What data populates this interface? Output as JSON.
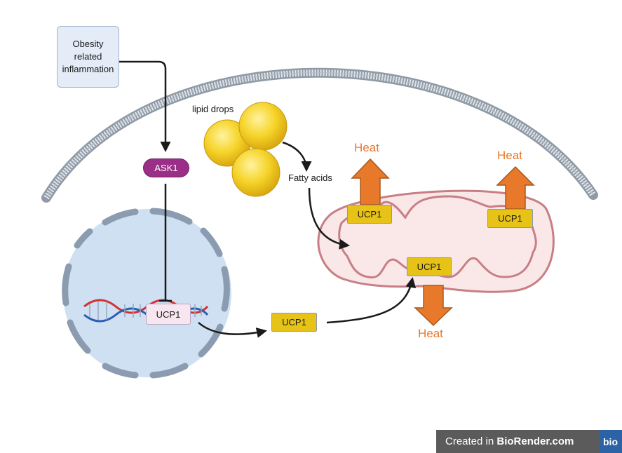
{
  "obesity_box": {
    "label": "Obesity related inflammation"
  },
  "ask1": {
    "label": "ASK1"
  },
  "lipid_drops": {
    "label": "lipid drops"
  },
  "fatty_acids": {
    "label": "Fatty acids"
  },
  "ucp1_gene": {
    "label": "UCP1"
  },
  "ucp1_protein": {
    "label": "UCP1"
  },
  "mitochondria_ucp1": [
    {
      "label": "UCP1"
    },
    {
      "label": "UCP1"
    },
    {
      "label": "UCP1"
    }
  ],
  "heat_labels": [
    {
      "label": "Heat"
    },
    {
      "label": "Heat"
    },
    {
      "label": "Heat"
    }
  ],
  "credit": {
    "prefix": "Created in ",
    "brand": "BioRender.com",
    "logo": "bio"
  },
  "colors": {
    "ask1": "#9b2f88",
    "ucp1": "#e7c317",
    "heat": "#e8782a",
    "nucleus": "#cfe0f3",
    "mitochondria": "#fae8e8",
    "lipid": "#f5d327"
  }
}
